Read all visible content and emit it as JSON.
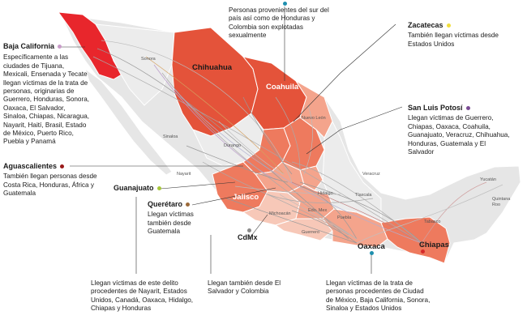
{
  "colors": {
    "red": "#e8262c",
    "dark_orange": "#e4533a",
    "orange": "#ee7a5e",
    "light_orange": "#f4a48c",
    "pale": "#f7c8b8",
    "land": "#e6e6e6",
    "dot_baja": "#c99bc9",
    "dot_zacatecas": "#f2de3c",
    "dot_slp": "#7b4b94",
    "dot_ags": "#9a1a1a",
    "dot_gto": "#a7c63a",
    "dot_qro": "#9c6a3a",
    "dot_cdmx": "#8a8a8a",
    "dot_oaxaca": "#1e8fae",
    "dot_chiapas": "#d52a2a",
    "dot_top": "#1e8fae"
  },
  "callouts": {
    "baja": {
      "title": "Baja California",
      "desc": "Específicamente a las ciudades de Tijuana, Mexicali, Ensenada y Tecate llegan víctimas de la trata de personas, originarias de Guerrero, Honduras, Sonora, Oaxaca, El Salvador, Sinaloa, Chiapas, Nicaragua, Nayarit, Haití, Brasil, Estado de México, Puerto Rico, Puebla y Panamá"
    },
    "top": {
      "desc": "Personas provenientes del sur del país así como de Honduras y Colombia son explotadas sexualmente"
    },
    "zacatecas": {
      "title": "Zacatecas",
      "desc": "También llegan víctimas desde Estados Unidos"
    },
    "slp": {
      "title": "San Luis Potosí",
      "desc": "Llegan víctimas de Guerrero, Chiapas, Oaxaca, Coahuila, Guanajuato, Veracruz, Chihuahua, Honduras, Guatemala y El Salvador"
    },
    "ags": {
      "title": "Aguascalientes",
      "desc": "También llegan personas desde Costa Rica, Honduras, África y Guatemala"
    },
    "gto": {
      "title": "Guanajuato"
    },
    "qro": {
      "title": "Querétaro",
      "desc": "Llegan víctimas también desde Guatemala"
    },
    "cdmx": {
      "title": "CdMx",
      "desc": "Llegan también desde El Salvador y Colombia"
    },
    "gto_bottom": {
      "desc": "Llegan víctimas de este delito procedentes de Nayarit, Estados Unidos, Canadá, Oaxaca, Hidalgo, Chiapas y Honduras"
    },
    "oaxaca": {
      "desc": "Llegan víctimas de la trata de personas procedentes de Ciudad de México, Baja California, Sonora, Sinaloa y Estados Unidos"
    }
  },
  "states": {
    "chihuahua": "Chihuahua",
    "coahuila": "Coahuila",
    "jalisco": "Jalisco",
    "oaxaca": "Oaxaca",
    "chiapas": "Chiapas"
  },
  "small_labels": {
    "sonora": "Sonora",
    "sinaloa": "Sinaloa",
    "durango": "Durango",
    "nuevo_leon": "Nuevo León",
    "nayarit": "Nayarit",
    "veracruz": "Veracruz",
    "hidalgo": "Hidalgo",
    "tlaxcala": "Tlaxcala",
    "michoacan": "Michoacán",
    "edo_mex": "Edo. Mex",
    "puebla": "Puebla",
    "guerrero": "Guerrero",
    "tabasco": "Tabasco",
    "yucatan": "Yucatán",
    "quintana_roo": "Quintana Roo"
  }
}
